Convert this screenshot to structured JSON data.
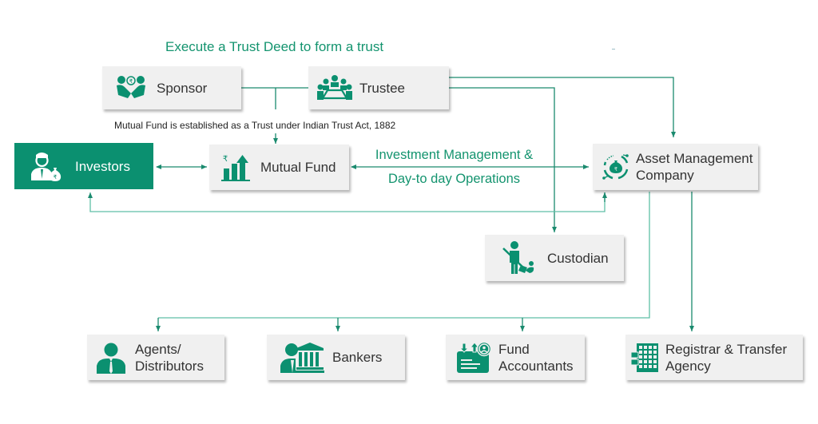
{
  "diagram": {
    "title": "Execute a Trust Deed to form a trust",
    "note": "Mutual Fund is established as a Trust under Indian Trust Act, 1882",
    "flow_label_line1": "Investment Management &",
    "flow_label_line2": "Day-to day Operations",
    "accent_color": "#0b9070",
    "box_color": "#f0f0f0",
    "nodes": {
      "sponsor": {
        "label": "Sponsor",
        "icon": "handshake-rupee-icon"
      },
      "trustee": {
        "label": "Trustee",
        "icon": "meeting-table-icon"
      },
      "investors": {
        "label": "Investors",
        "icon": "investor-moneybag-icon"
      },
      "mutual_fund": {
        "label": "Mutual Fund",
        "icon": "rupee-growth-chart-icon"
      },
      "amc_line1": "Asset Management",
      "amc_line2": "Company",
      "amc_icon": "cycle-moneybag-icon",
      "custodian": {
        "label": "Custodian",
        "icon": "custodian-sweeping-icon"
      },
      "agents_line1": "Agents/",
      "agents_line2": "Distributors",
      "agents_icon": "business-person-icon",
      "bankers": {
        "label": "Bankers",
        "icon": "bank-person-icon"
      },
      "fund_acc_line1": "Fund",
      "fund_acc_line2": "Accountants",
      "fund_acc_icon": "accounts-card-icon",
      "rta_line1": "Registrar & Transfer",
      "rta_line2": "Agency",
      "rta_icon": "registry-grid-icon"
    },
    "connections": [
      {
        "from": "Sponsor",
        "to": "Mutual Fund"
      },
      {
        "from": "Trustee",
        "to": "Mutual Fund"
      },
      {
        "from": "Trustee",
        "to": "Asset Management Company"
      },
      {
        "from": "Trustee",
        "to": "Custodian"
      },
      {
        "from": "Investors",
        "to": "Mutual Fund",
        "bidirectional": true
      },
      {
        "from": "Mutual Fund",
        "to": "Asset Management Company",
        "bidirectional": true
      },
      {
        "from": "Asset Management Company",
        "to": "Investors"
      },
      {
        "from": "Asset Management Company",
        "to": "Agents/Distributors"
      },
      {
        "from": "Asset Management Company",
        "to": "Bankers"
      },
      {
        "from": "Asset Management Company",
        "to": "Fund Accountants"
      },
      {
        "from": "Asset Management Company",
        "to": "Registrar & Transfer Agency"
      }
    ]
  }
}
